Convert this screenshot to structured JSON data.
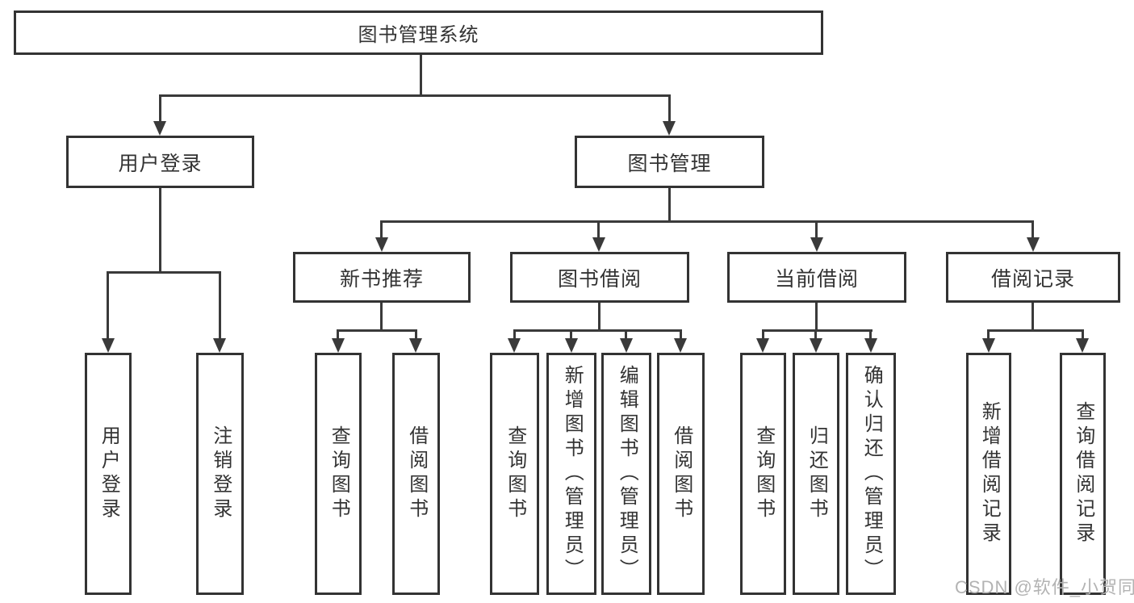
{
  "tree": {
    "label": "图书管理系统",
    "children": [
      {
        "label": "用户登录",
        "children": [
          {
            "label": "用户登录"
          },
          {
            "label": "注销登录"
          }
        ]
      },
      {
        "label": "图书管理",
        "children": [
          {
            "label": "新书推荐",
            "children": [
              {
                "label": "查询图书"
              },
              {
                "label": "借阅图书"
              }
            ]
          },
          {
            "label": "图书借阅",
            "children": [
              {
                "label": "查询图书"
              },
              {
                "label": "新增图书（管理员）"
              },
              {
                "label": "编辑图书（管理员）"
              },
              {
                "label": "借阅图书"
              }
            ]
          },
          {
            "label": "当前借阅",
            "children": [
              {
                "label": "查询图书"
              },
              {
                "label": "归还图书"
              },
              {
                "label": "确认归还（管理员）"
              }
            ]
          },
          {
            "label": "借阅记录",
            "children": [
              {
                "label": "新增借阅记录"
              },
              {
                "label": "查询借阅记录"
              }
            ]
          }
        ]
      }
    ]
  },
  "watermark": "CSDN @软件_小贺同学",
  "colors": {
    "background": "#ffffff",
    "box_fill": "#ffffff",
    "box_border": "#333333",
    "line": "#3a3a3a",
    "text": "#333333",
    "watermark": "#b3b3b3"
  }
}
